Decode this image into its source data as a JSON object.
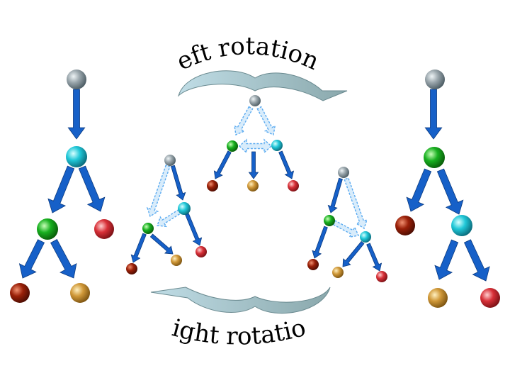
{
  "labels": {
    "top": "left rotation",
    "bottom": "right rotation"
  },
  "colors": {
    "arrow_solid": "#1660c8",
    "arrow_dashed": "#5aaaf0",
    "curved_arrow_light": "#c0dde6",
    "curved_arrow_dark": "#8aa8ac",
    "node_gray": "#9aa6ac",
    "node_cyan": "#20c8d8",
    "node_green": "#18b020",
    "node_red": "#d83038",
    "node_darkred": "#9a2008",
    "node_tan": "#d09838"
  },
  "trees": [
    {
      "name": "tree-left-large",
      "nodes": [
        "gray",
        "cyan",
        "green",
        "red",
        "darkred",
        "tan"
      ]
    },
    {
      "name": "tree-mid-left",
      "nodes": [
        "gray",
        "cyan",
        "green",
        "darkred",
        "tan",
        "red"
      ]
    },
    {
      "name": "tree-top-center",
      "nodes": [
        "gray",
        "green",
        "cyan",
        "darkred",
        "tan",
        "red"
      ]
    },
    {
      "name": "tree-mid-right",
      "nodes": [
        "gray",
        "green",
        "cyan",
        "darkred",
        "tan",
        "red"
      ]
    },
    {
      "name": "tree-right-large",
      "nodes": [
        "gray",
        "green",
        "darkred",
        "cyan",
        "tan",
        "red"
      ]
    }
  ]
}
